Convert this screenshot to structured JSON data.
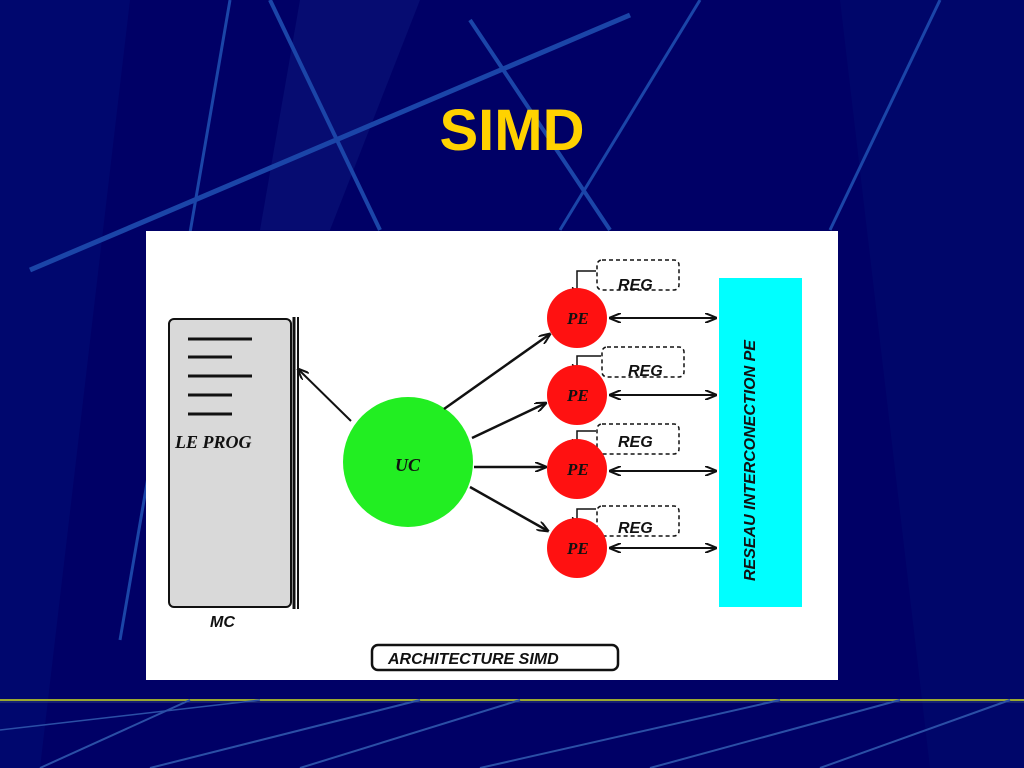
{
  "slide": {
    "title": "SIMD",
    "colors": {
      "background": "#000066",
      "title": "#ffd200",
      "panel": "#ffffff",
      "uc_circle": "#22ee22",
      "pe_circle": "#ff1111",
      "network_bar": "#00ffff",
      "memory_box": "#d9d9d9",
      "footer_rule": "#9aa830"
    }
  },
  "diagram": {
    "memory": {
      "program_label": "LE PROG",
      "memory_label": "MC"
    },
    "control_unit": {
      "label": "UC"
    },
    "processing_elements": [
      {
        "label": "PE",
        "register_label": "REG"
      },
      {
        "label": "PE",
        "register_label": "REG"
      },
      {
        "label": "PE",
        "register_label": "REG"
      },
      {
        "label": "PE",
        "register_label": "REG"
      }
    ],
    "network": {
      "label": "RESEAU INTERCONECTION PE"
    },
    "caption": "ARCHITECTURE SIMD"
  }
}
